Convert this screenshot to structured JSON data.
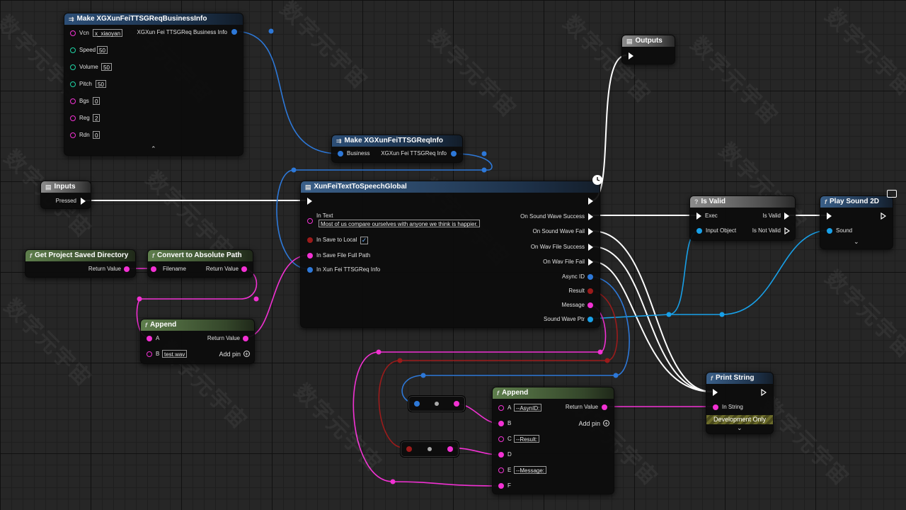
{
  "watermark": "数字元宇宙",
  "colors": {
    "struct_pin": "#2d78d8",
    "string_pin": "#f231d3",
    "int_pin": "#1fd6a6",
    "bool_pin": "#9b1b1b",
    "object_pin": "#18a0e8",
    "exec": "#ffffff"
  },
  "nodes": {
    "make_business_info": {
      "title": "Make XGXunFeiTTSGReqBusinessInfo",
      "output_label": "XGXun Fei TTSGReq Business Info",
      "fields": [
        {
          "label": "Vcn",
          "value": "x_xiaoyan"
        },
        {
          "label": "Speed",
          "value": "50"
        },
        {
          "label": "Volume",
          "value": "50"
        },
        {
          "label": "Pitch",
          "value": "50"
        },
        {
          "label": "Bgs",
          "value": "0"
        },
        {
          "label": "Reg",
          "value": "2"
        },
        {
          "label": "Rdn",
          "value": "0"
        }
      ],
      "collapse_icon": "chevron-up-icon"
    },
    "make_req_info": {
      "title": "Make XGXunFeiTTSGReqInfo",
      "input_label": "Business",
      "output_label": "XGXun Fei TTSGReq Info"
    },
    "outputs": {
      "title": "Outputs"
    },
    "inputs": {
      "title": "Inputs",
      "pressed_label": "Pressed"
    },
    "tts_global": {
      "title": "XunFeiTextToSpeechGlobal",
      "in_text_label": "In Text",
      "in_text_value": "Most of us compare ourselves with anyone we think is happier.",
      "save_local_label": "In Save to Local",
      "save_local_checked": true,
      "save_path_label": "In Save File Full Path",
      "req_info_label": "In Xun Fei TTSGReq Info",
      "outputs": [
        "On Sound Wave Success",
        "On Sound Wave Fail",
        "On Wav File Success",
        "On Wav File Fail",
        "Async ID",
        "Result",
        "Message",
        "Sound Wave Ptr"
      ]
    },
    "get_saved_dir": {
      "title": "Get Project Saved Directory",
      "return_label": "Return Value"
    },
    "convert_abs_path": {
      "title": "Convert to Absolute Path",
      "input_label": "Filename",
      "return_label": "Return Value"
    },
    "append_path": {
      "title": "Append",
      "a_label": "A",
      "b_label": "B",
      "b_value": "test.wav",
      "return_label": "Return Value",
      "add_pin_label": "Add pin"
    },
    "is_valid": {
      "title": "Is Valid",
      "exec_label": "Exec",
      "input_label": "Input Object",
      "valid_label": "Is Valid",
      "not_valid_label": "Is Not Valid"
    },
    "play_sound": {
      "title": "Play Sound 2D",
      "sound_label": "Sound"
    },
    "print_string": {
      "title": "Print String",
      "in_string_label": "In String",
      "dev_only": "Development Only"
    },
    "append_msg": {
      "title": "Append",
      "return_label": "Return Value",
      "add_pin_label": "Add pin",
      "pins": [
        {
          "label": "A",
          "value": "--AsynID:"
        },
        {
          "label": "B",
          "value": ""
        },
        {
          "label": "C",
          "value": "--Result:"
        },
        {
          "label": "D",
          "value": ""
        },
        {
          "label": "E",
          "value": "--Message:"
        },
        {
          "label": "F",
          "value": ""
        }
      ]
    }
  }
}
